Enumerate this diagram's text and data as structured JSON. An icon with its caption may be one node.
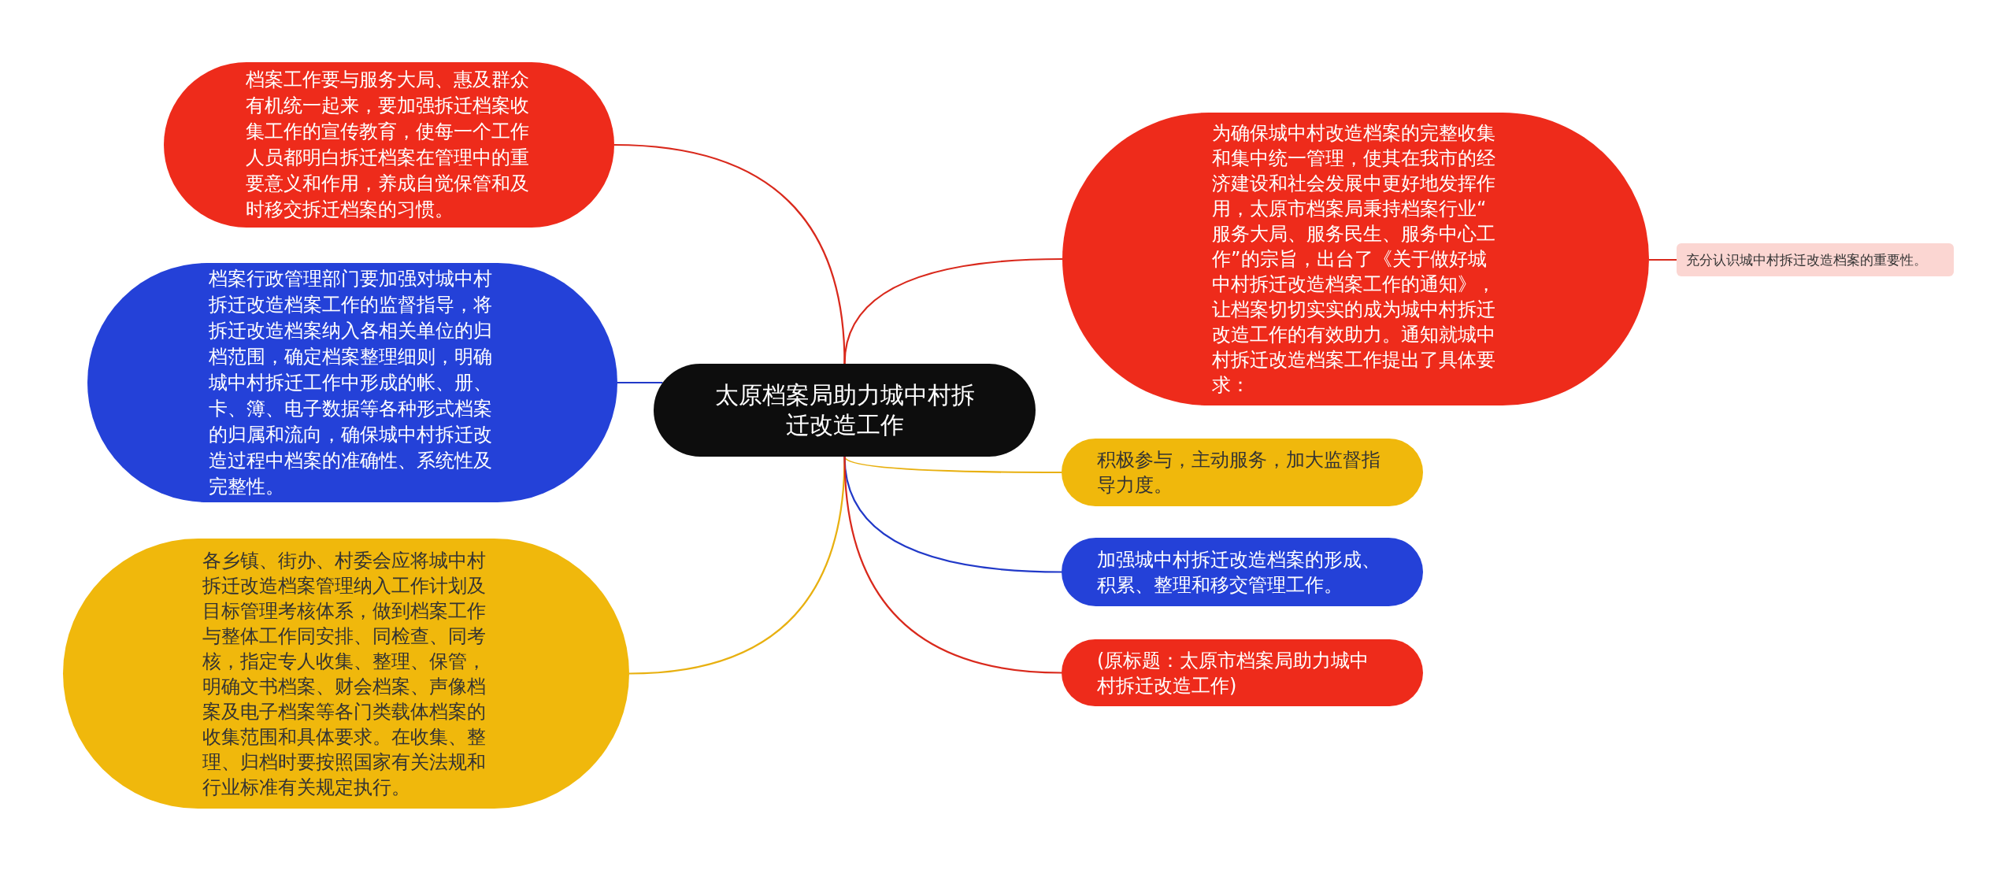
{
  "diagram": {
    "nodes": [
      {
        "text": [
          "太原档案局助力城中村拆迁改造工作"
        ]
      },
      {
        "text": [
          "档案工作要与服务大局、惠及群众有机统一起来，要加强拆迁档案收集工作的宣传教育，使每一个工作人员都明白拆迁档案在管理中的重要意义和作用，养成自觉保管和及时移交拆迁档案的习惯。"
        ]
      },
      {
        "text": [
          "档案行政管理部门要加强对城中村拆迁改造档案工作的监督指导，将拆迁改造档案纳入各相关单位的归档范围，确定档案整理细则，明确城中村拆迁工作中形成的帐、册、卡、簿、电子数据等各种形式档案的归属和流向，确保城中村拆迁改造过程中档案的准确性、系统性及完整性。"
        ]
      },
      {
        "text": [
          "各乡镇、街办、村委会应将城中村拆迁改造档案管理纳入工作计划及目标管理考核体系，做到档案工作与整体工作同安排、同检查、同考核，指定专人收集、整理、保管，明确文书档案、财会档案、声像档案及电子档案等各门类载体档案的收集范围和具体要求。在收集、整理、归档时要按照国家有关法规和行业标准有关规定执行。"
        ]
      },
      {
        "text": [
          "为确保城中村改造档案的完整收集和集中统一管理，使其在我市的经济建设和社会发展中更好地发挥作用，太原市档案局秉持档案行业“服务大局、服务民生、服务中心工作”的宗旨，出台了《关于做好城中村拆迁改造档案工作的通知》，让档案切切实实的成为城中村拆迁改造工作的有效助力。通知就城中村拆迁改造档案工作提出了具体要求："
        ]
      },
      {
        "text": [
          "充分认识城中村拆迁改造档案的重要性。"
        ]
      },
      {
        "text": [
          "积极参与，主动服务，加大监督指导力度。"
        ]
      },
      {
        "text": [
          "加强城中村拆迁改造档案的形成、积累、整理和移交管理工作。"
        ]
      },
      {
        "text": [
          "(原标题：太原市档案局助力城中村拆迁改造工作)"
        ]
      }
    ],
    "edges": [
      {
        "from": 0,
        "to": 1,
        "arrow": "none"
      },
      {
        "from": 0,
        "to": 2,
        "arrow": "none",
        "color": "#2139c8"
      },
      {
        "from": 0,
        "to": 3,
        "arrow": "none",
        "color": "#e8b010"
      },
      {
        "from": 0,
        "to": 4,
        "arrow": "none"
      },
      {
        "from": 4,
        "to": 5,
        "arrow": "none"
      },
      {
        "from": 0,
        "to": 6,
        "arrow": "none",
        "color": "#e8b010"
      },
      {
        "from": 0,
        "to": 7,
        "arrow": "none",
        "color": "#2139c8"
      },
      {
        "from": 0,
        "to": 8,
        "arrow": "none"
      }
    ]
  }
}
